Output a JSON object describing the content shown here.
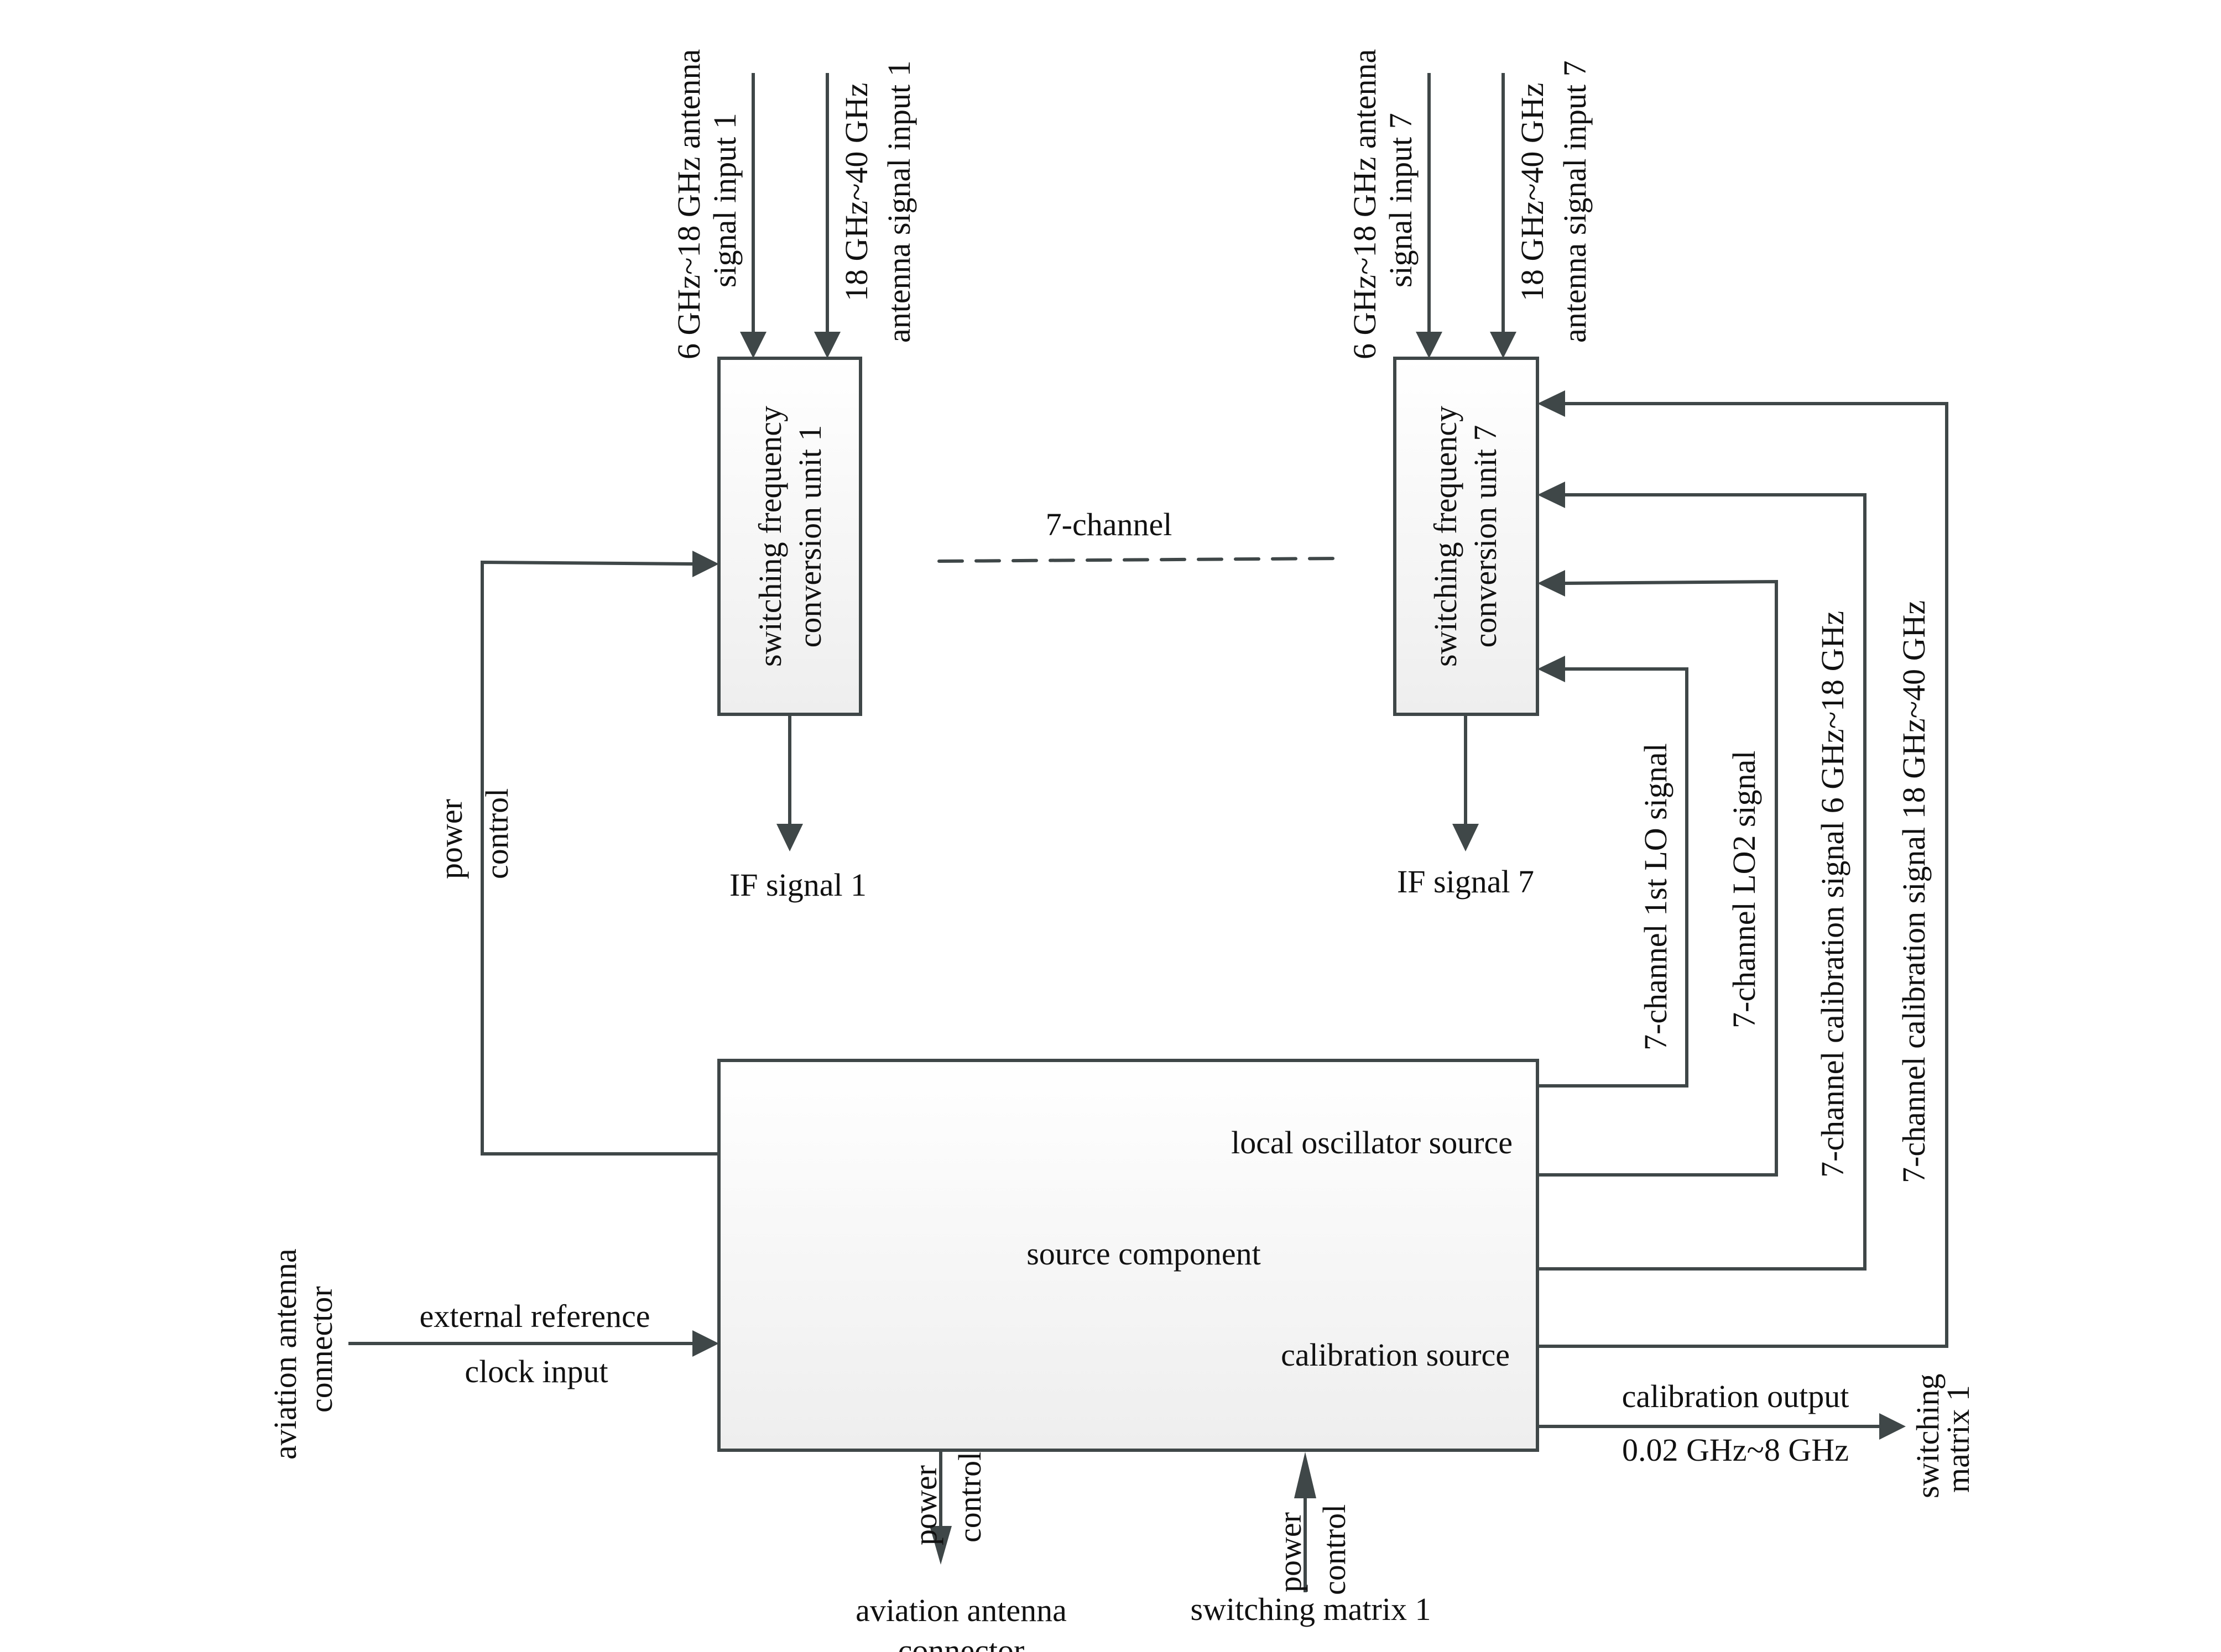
{
  "diagram": {
    "colors": {
      "line": "#3f4748",
      "text": "#111111",
      "box_fill_top": "#ffffff",
      "box_fill_bottom": "#eeeeee"
    },
    "units": [
      {
        "id": "unit1",
        "label_lines": [
          "switching frequency",
          "conversion unit 1"
        ],
        "inputs": [
          {
            "label_lines": [
              "6 GHz~18 GHz antenna",
              "signal input 1"
            ]
          },
          {
            "label_lines": [
              "18 GHz~40 GHz",
              "antenna signal input 1"
            ]
          }
        ],
        "output": "IF signal 1"
      },
      {
        "id": "unit7",
        "label_lines": [
          "switching frequency",
          "conversion unit 7"
        ],
        "inputs": [
          {
            "label_lines": [
              "6 GHz~18 GHz antenna",
              "signal input 7"
            ]
          },
          {
            "label_lines": [
              "18 GHz~40 GHz",
              "antenna signal input 7"
            ]
          }
        ],
        "output": "IF signal 7"
      }
    ],
    "channel_label": "7-channel",
    "power_control_left": [
      "power",
      "control"
    ],
    "source": {
      "title": "source component",
      "lo": "local oscillator source",
      "cal": "calibration source"
    },
    "feeds": [
      "7-channel 1st LO signal",
      "7-channel LO2 signal",
      "7-channel calibration signal 6 GHz~18 GHz",
      "7-channel calibration signal 18 GHz~40 GHz"
    ],
    "ext_ref": {
      "top": "external reference",
      "bottom": "clock input",
      "source_lines": [
        "aviation antenna",
        "connector"
      ]
    },
    "cal_out": {
      "top": "calibration output",
      "bottom": "0.02 GHz~8 GHz",
      "dest_lines": [
        "switching",
        "matrix 1"
      ]
    },
    "bottom_left": {
      "arrow_lines": [
        "power",
        "control"
      ],
      "dest_lines": [
        "aviation antenna",
        "connector"
      ]
    },
    "bottom_right": {
      "arrow_lines": [
        "power",
        "control"
      ],
      "dest": "switching matrix 1"
    }
  }
}
